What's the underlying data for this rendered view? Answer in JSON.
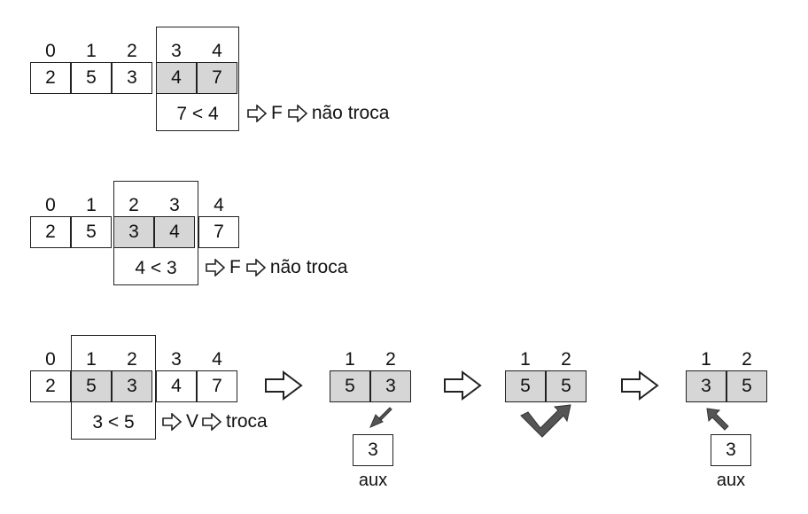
{
  "title": "",
  "rows": [
    {
      "indices": [
        "0",
        "1",
        "2",
        "3",
        "4"
      ],
      "values": [
        "2",
        "5",
        "3",
        "4",
        "7"
      ],
      "highlight": [
        3,
        4
      ],
      "comparison": "7 < 4",
      "result": "F",
      "action": "não troca"
    },
    {
      "indices": [
        "0",
        "1",
        "2",
        "3",
        "4"
      ],
      "values": [
        "2",
        "5",
        "3",
        "4",
        "7"
      ],
      "highlight": [
        2,
        3
      ],
      "comparison": "4 < 3",
      "result": "F",
      "action": "não troca"
    },
    {
      "indices": [
        "0",
        "1",
        "2",
        "3",
        "4"
      ],
      "values": [
        "2",
        "5",
        "3",
        "4",
        "7"
      ],
      "highlight": [
        1,
        2
      ],
      "comparison": "3 < 5",
      "result": "V",
      "action": "troca"
    }
  ],
  "swap_steps": [
    {
      "indices": [
        "1",
        "2"
      ],
      "values": [
        "5",
        "3"
      ],
      "aux_value": "3",
      "aux_label": "aux"
    },
    {
      "indices": [
        "1",
        "2"
      ],
      "values": [
        "5",
        "5"
      ]
    },
    {
      "indices": [
        "1",
        "2"
      ],
      "values": [
        "3",
        "5"
      ],
      "aux_value": "3",
      "aux_label": "aux"
    }
  ],
  "icons": {
    "step_arrow": "hollow-right-arrow-icon",
    "down_arrow": "dark-diagonal-down-arrow-icon",
    "copy_arrow": "dark-v-shaped-arrow-icon",
    "up_arrow": "dark-diagonal-up-arrow-icon"
  },
  "colors": {
    "highlight": "#d6d6d6",
    "arrow_dark": "#555555",
    "line": "#222222"
  }
}
